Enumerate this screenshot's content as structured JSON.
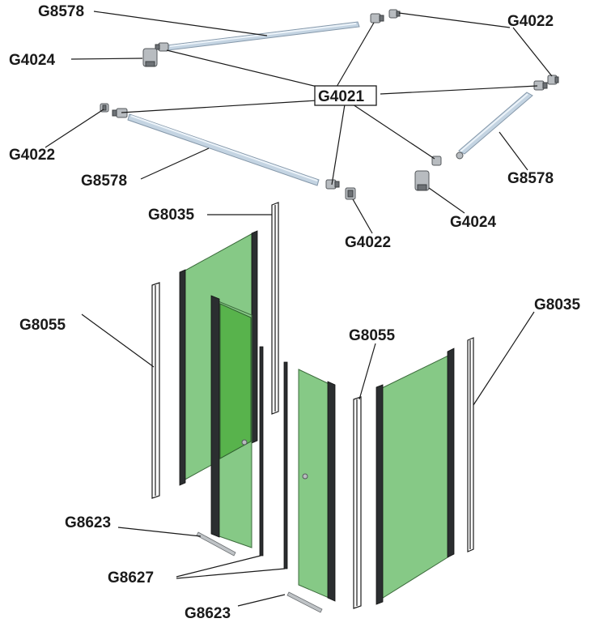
{
  "labels": {
    "g8578_top": "G8578",
    "g4024_left": "G4024",
    "g4021": "G4021",
    "g4022_top_right": "G4022",
    "g4022_left": "G4022",
    "g8578_left": "G8578",
    "g8578_right": "G8578",
    "g4024_right": "G4024",
    "g4022_bottom": "G4022",
    "g8035_left": "G8035",
    "g8035_right": "G8035",
    "g8055_left": "G8055",
    "g8055_mid": "G8055",
    "g8623_left": "G8623",
    "g8627": "G8627",
    "g8623_bottom": "G8623"
  },
  "colors": {
    "glass": "#86c986",
    "door_glass": "#58b34c",
    "rod": "#c4d4e2",
    "seal": "#2b2e30"
  }
}
